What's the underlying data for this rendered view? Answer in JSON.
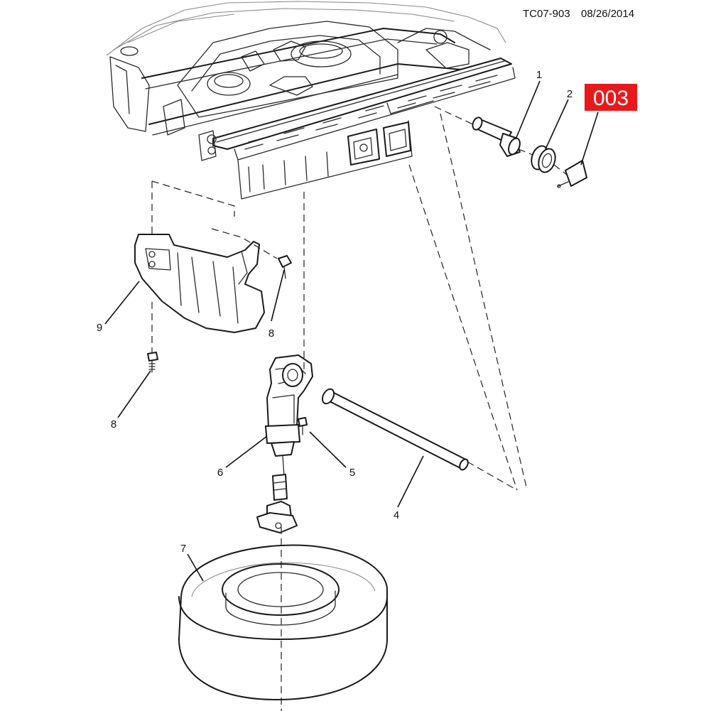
{
  "header": {
    "drawing_code": "TC07-903",
    "date": "08/26/2014"
  },
  "badge": {
    "label": "003",
    "color": "#e8191b"
  },
  "callouts": {
    "c1": "1",
    "c2": "2",
    "c3": "4",
    "c4": "5",
    "c5": "6",
    "c6": "7",
    "c7": "8",
    "c8": "8",
    "c9": "9"
  },
  "colors": {
    "ink": "#1a1a1a",
    "background": "#ffffff"
  }
}
